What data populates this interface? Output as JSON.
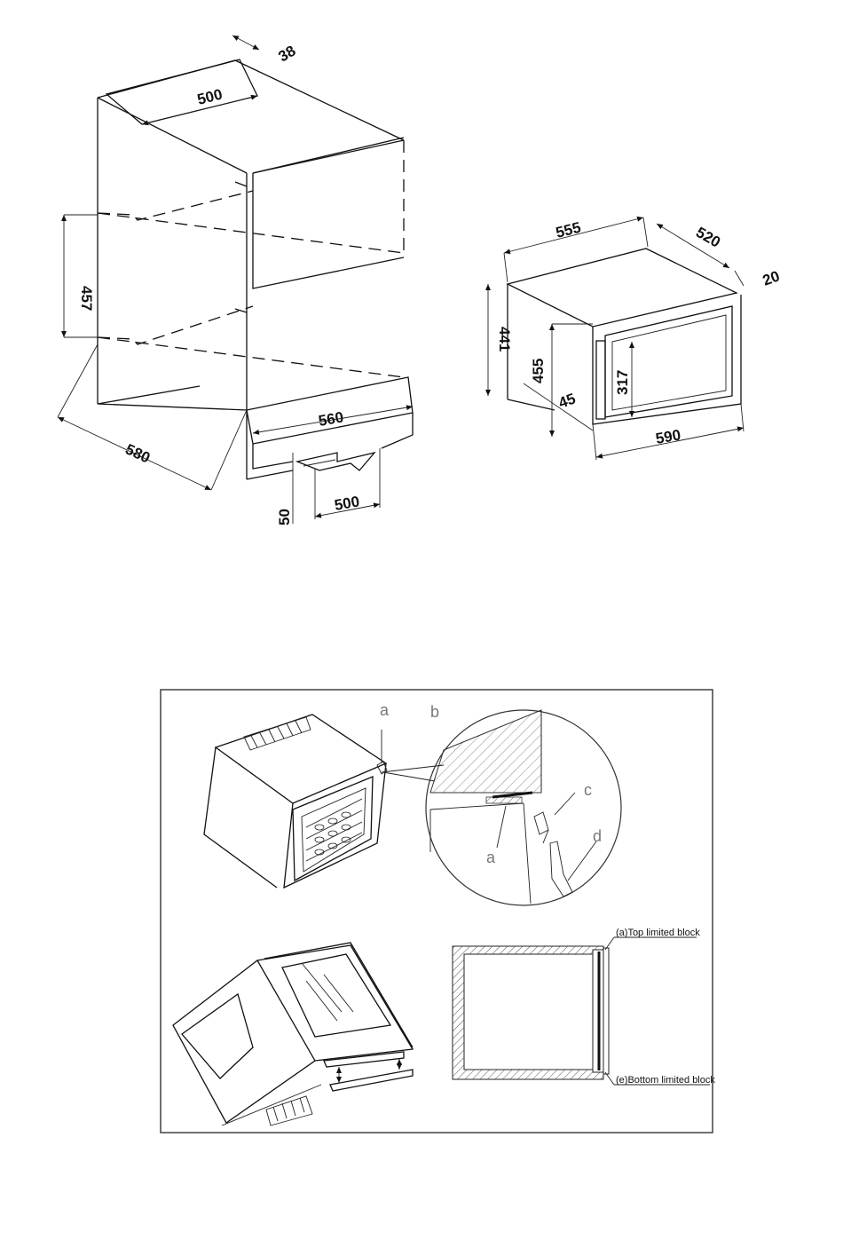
{
  "cabinet_dims": {
    "top_depth": "38",
    "top_width": "500",
    "opening_height": "457",
    "depth": "580",
    "front_width": "560",
    "base_width": "500",
    "base_height": "50"
  },
  "unit_dims": {
    "width": "555",
    "depth": "520",
    "door_offset": "20",
    "height": "441",
    "door_height": "455",
    "gap": "45",
    "handle_height": "317",
    "door_width": "590"
  },
  "detail_letters": {
    "a_top": "a",
    "b": "b",
    "c": "c",
    "d": "d",
    "a_bottom": "a"
  },
  "labels": {
    "top_block": "(a)Top limited block",
    "bottom_block": "(e)Bottom limited block"
  }
}
